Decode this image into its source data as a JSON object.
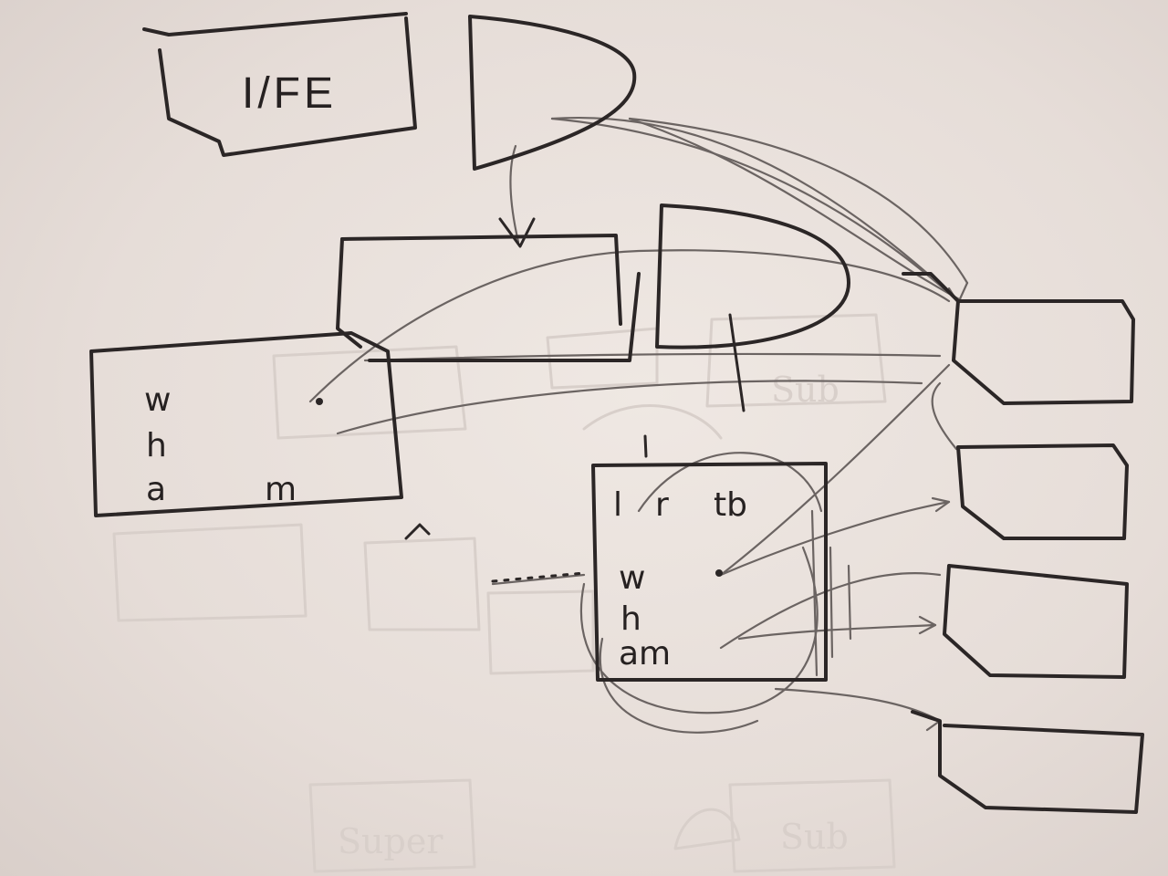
{
  "top_box": {
    "title": "I/FE"
  },
  "left_box": {
    "fields": [
      "w",
      "h",
      "a"
    ],
    "extra": "m"
  },
  "center_box": {
    "top": [
      "l",
      "r",
      "tb"
    ],
    "fields": [
      "w",
      "h",
      "am"
    ]
  },
  "ghost_labels": [
    "Sub",
    "Super",
    "Sub"
  ],
  "colors": {
    "ink": "#2b2626",
    "pencil": "#6b6462",
    "paper": "#e9e1dc",
    "ghost": "#d8cfca"
  }
}
